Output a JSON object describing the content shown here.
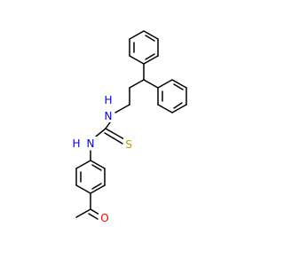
{
  "molecule": {
    "atoms": {
      "n1": {
        "label": "N",
        "color": "#0000ff"
      },
      "h1": {
        "label": "H",
        "color": "#0000ff"
      },
      "n2": {
        "label": "N",
        "color": "#0000ff"
      },
      "h2": {
        "label": "H",
        "color": "#0000ff"
      },
      "s1": {
        "label": "S",
        "color": "#b8a000"
      },
      "o1": {
        "label": "O",
        "color": "#ff0000"
      }
    }
  }
}
